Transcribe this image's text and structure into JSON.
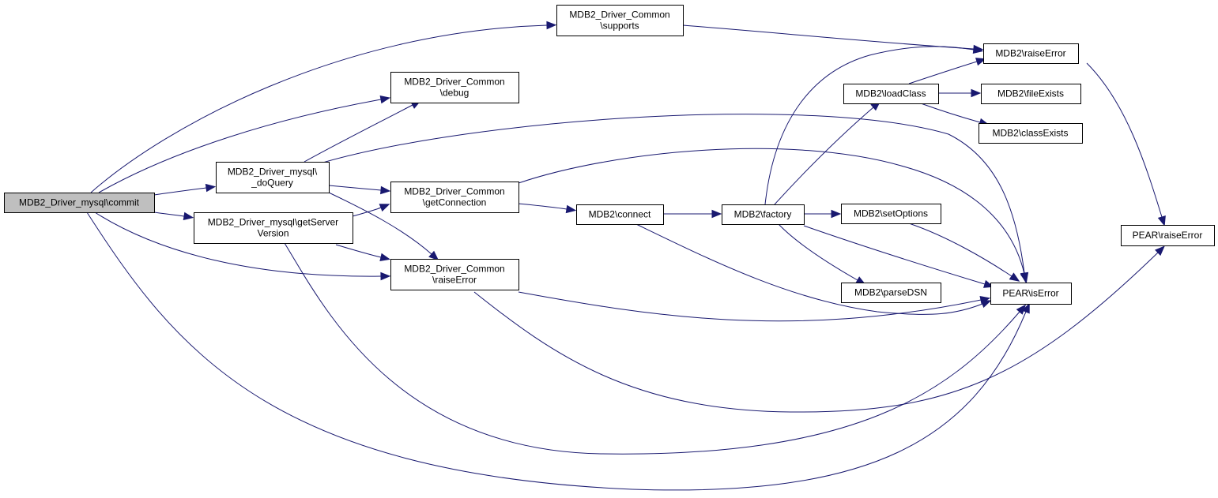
{
  "graph": {
    "nodes": [
      {
        "id": "commit",
        "lines": [
          "MDB2_Driver_mysql\\commit"
        ],
        "focus": true
      },
      {
        "id": "supports",
        "lines": [
          "MDB2_Driver_Common",
          "\\supports"
        ]
      },
      {
        "id": "debug",
        "lines": [
          "MDB2_Driver_Common",
          "\\debug"
        ]
      },
      {
        "id": "doQuery",
        "lines": [
          "MDB2_Driver_mysql\\",
          "_doQuery"
        ]
      },
      {
        "id": "getServerVersion",
        "lines": [
          "MDB2_Driver_mysql\\getServer",
          "Version"
        ]
      },
      {
        "id": "getConnection",
        "lines": [
          "MDB2_Driver_Common",
          "\\getConnection"
        ]
      },
      {
        "id": "commonRaiseError",
        "lines": [
          "MDB2_Driver_Common",
          "\\raiseError"
        ]
      },
      {
        "id": "connect",
        "lines": [
          "MDB2\\connect"
        ]
      },
      {
        "id": "factory",
        "lines": [
          "MDB2\\factory"
        ]
      },
      {
        "id": "loadClass",
        "lines": [
          "MDB2\\loadClass"
        ]
      },
      {
        "id": "setOptions",
        "lines": [
          "MDB2\\setOptions"
        ]
      },
      {
        "id": "parseDSN",
        "lines": [
          "MDB2\\parseDSN"
        ]
      },
      {
        "id": "mdb2RaiseError",
        "lines": [
          "MDB2\\raiseError"
        ]
      },
      {
        "id": "fileExists",
        "lines": [
          "MDB2\\fileExists"
        ]
      },
      {
        "id": "classExists",
        "lines": [
          "MDB2\\classExists"
        ]
      },
      {
        "id": "isError",
        "lines": [
          "PEAR\\isError"
        ]
      },
      {
        "id": "pearRaiseError",
        "lines": [
          "PEAR\\raiseError"
        ]
      }
    ],
    "edges": [
      {
        "from": "commit",
        "to": "supports"
      },
      {
        "from": "commit",
        "to": "debug"
      },
      {
        "from": "commit",
        "to": "doQuery"
      },
      {
        "from": "commit",
        "to": "getServerVersion"
      },
      {
        "from": "commit",
        "to": "commonRaiseError"
      },
      {
        "from": "commit",
        "to": "isError"
      },
      {
        "from": "supports",
        "to": "mdb2RaiseError"
      },
      {
        "from": "doQuery",
        "to": "debug"
      },
      {
        "from": "doQuery",
        "to": "getConnection"
      },
      {
        "from": "doQuery",
        "to": "commonRaiseError"
      },
      {
        "from": "doQuery",
        "to": "isError"
      },
      {
        "from": "getServerVersion",
        "to": "getConnection"
      },
      {
        "from": "getServerVersion",
        "to": "commonRaiseError"
      },
      {
        "from": "getServerVersion",
        "to": "isError"
      },
      {
        "from": "getConnection",
        "to": "connect"
      },
      {
        "from": "getConnection",
        "to": "isError"
      },
      {
        "from": "commonRaiseError",
        "to": "isError"
      },
      {
        "from": "commonRaiseError",
        "to": "pearRaiseError"
      },
      {
        "from": "connect",
        "to": "factory"
      },
      {
        "from": "connect",
        "to": "isError"
      },
      {
        "from": "factory",
        "to": "mdb2RaiseError"
      },
      {
        "from": "factory",
        "to": "loadClass"
      },
      {
        "from": "factory",
        "to": "setOptions"
      },
      {
        "from": "factory",
        "to": "parseDSN"
      },
      {
        "from": "factory",
        "to": "isError"
      },
      {
        "from": "loadClass",
        "to": "mdb2RaiseError"
      },
      {
        "from": "loadClass",
        "to": "fileExists"
      },
      {
        "from": "loadClass",
        "to": "classExists"
      },
      {
        "from": "setOptions",
        "to": "isError"
      },
      {
        "from": "mdb2RaiseError",
        "to": "pearRaiseError"
      }
    ]
  },
  "colors": {
    "edge": "#191970",
    "node_border": "#000000",
    "node_fill": "#ffffff",
    "focus_fill": "#bfbfbf"
  }
}
